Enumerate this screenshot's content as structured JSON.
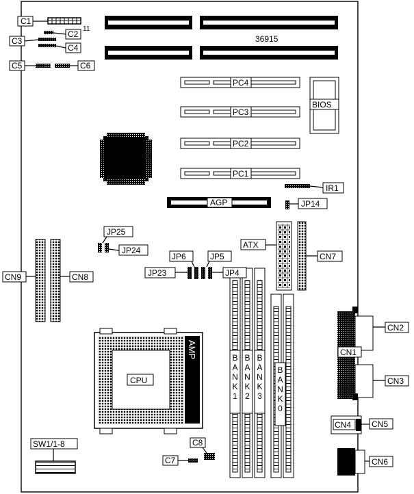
{
  "diagram": {
    "board_code": "36915",
    "pin_marker": "11",
    "labels": {
      "c1": "C1",
      "c2": "C2",
      "c3": "C3",
      "c4": "C4",
      "c5": "C5",
      "c6": "C6",
      "c7": "C7",
      "c8": "C8",
      "pc1": "PC1",
      "pc2": "PC2",
      "pc3": "PC3",
      "pc4": "PC4",
      "bios": "BIOS",
      "ir1": "IR1",
      "agp": "AGP",
      "jp14": "JP14",
      "jp25": "JP25",
      "jp24": "JP24",
      "jp6": "JP6",
      "jp5": "JP5",
      "jp23": "JP23",
      "jp4": "JP4",
      "atx": "ATX",
      "cn7": "CN7",
      "cn9": "CN9",
      "cn8": "CN8",
      "cn1": "CN1",
      "cn2": "CN2",
      "cn3": "CN3",
      "cn4": "CN4",
      "cn5": "CN5",
      "cn6": "CN6",
      "cpu": "CPU",
      "amp": "AMP",
      "sw1": "SW1/1-8",
      "bank0": "BANK0",
      "bank1": "BANK1",
      "bank2": "BANK2",
      "bank3": "BANK3"
    }
  }
}
